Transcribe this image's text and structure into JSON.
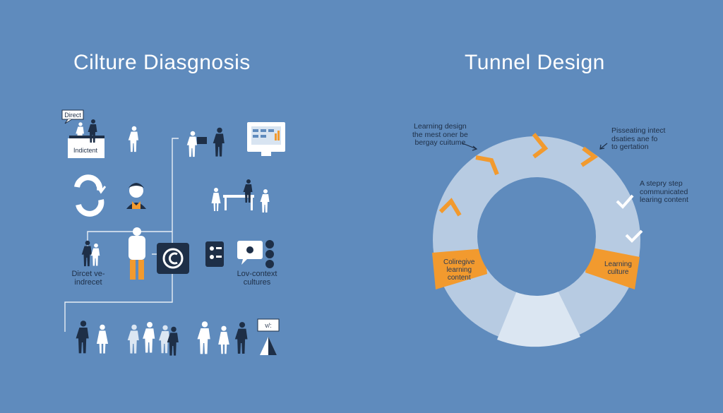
{
  "left_panel": {
    "title": "Cilture Diasgnosis",
    "tags": {
      "direct": "Direct",
      "indirect": "Indictent",
      "slide": "v/:"
    },
    "labels": {
      "direct_vs_indirect": "Dircet ve-\nindrecet",
      "low_context": "Lov-context\ncultures"
    }
  },
  "right_panel": {
    "title": "Tunnel Design",
    "notes": {
      "top_left": "Learning design\nthe mest oner be\nbergay cuitume",
      "top_right": "Pisseating intect\ndsaties ane fo\nto gertation",
      "right": "A stepry step\ncommunicated\nlearing content"
    },
    "segments": {
      "left": "Coliregive\nlearning\ncontent",
      "right": "Learning\nculture"
    }
  },
  "colors": {
    "background": "#5f8bbd",
    "ring_outer": "#b7cbe2",
    "ring_light": "#dbe6f2",
    "accent": "#f29a2e",
    "figure": "#1e2f47",
    "figure_light": "#ffffff"
  }
}
